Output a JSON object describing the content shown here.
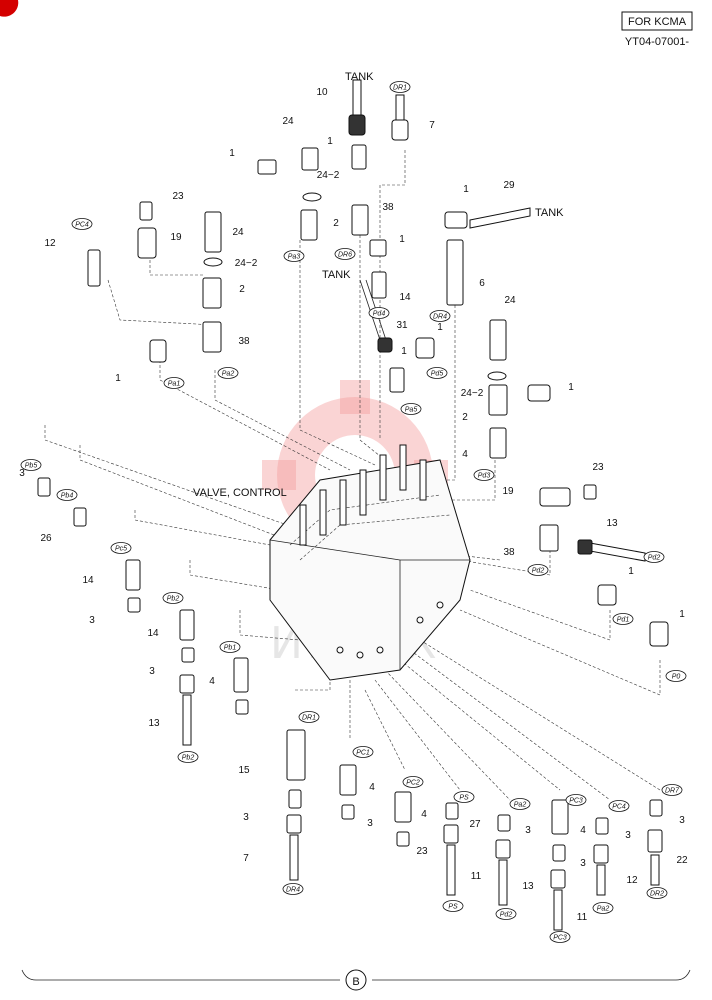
{
  "header": {
    "variant": "FOR KCMA",
    "code": "YT04-07001-"
  },
  "footer": {
    "section": "B"
  },
  "watermark": {
    "text": "ИНТЕХ"
  },
  "labels": {
    "tank_top": "TANK",
    "tank_right": "TANK",
    "tank_mid": "TANK",
    "valve": "VALVE, CONTROL"
  },
  "callouts": [
    {
      "id": "c1",
      "text": "10"
    },
    {
      "id": "c2",
      "text": "7"
    },
    {
      "id": "c3",
      "text": "24"
    },
    {
      "id": "c4",
      "text": "1"
    },
    {
      "id": "c5",
      "text": "1"
    },
    {
      "id": "c6",
      "text": "24−2"
    },
    {
      "id": "c7",
      "text": "29"
    },
    {
      "id": "c8",
      "text": "1"
    },
    {
      "id": "c9",
      "text": "23"
    },
    {
      "id": "c10",
      "text": "38"
    },
    {
      "id": "c11",
      "text": "2"
    },
    {
      "id": "c12",
      "text": "1"
    },
    {
      "id": "c13",
      "text": "19"
    },
    {
      "id": "c14",
      "text": "24"
    },
    {
      "id": "c15",
      "text": "12"
    },
    {
      "id": "c16",
      "text": "24−2"
    },
    {
      "id": "c17",
      "text": "6"
    },
    {
      "id": "c18",
      "text": "14"
    },
    {
      "id": "c19",
      "text": "2"
    },
    {
      "id": "c20",
      "text": "31"
    },
    {
      "id": "c21",
      "text": "38"
    },
    {
      "id": "c22",
      "text": "1"
    },
    {
      "id": "c23",
      "text": "24"
    },
    {
      "id": "c24",
      "text": "1"
    },
    {
      "id": "c25",
      "text": "1"
    },
    {
      "id": "c26",
      "text": "24−2"
    },
    {
      "id": "c27",
      "text": "1"
    },
    {
      "id": "c28",
      "text": "2"
    },
    {
      "id": "c29",
      "text": "4"
    },
    {
      "id": "c30",
      "text": "3"
    },
    {
      "id": "c31",
      "text": "23"
    },
    {
      "id": "c32",
      "text": "19"
    },
    {
      "id": "c33",
      "text": "26"
    },
    {
      "id": "c34",
      "text": "13"
    },
    {
      "id": "c35",
      "text": "38"
    },
    {
      "id": "c36",
      "text": "14"
    },
    {
      "id": "c37",
      "text": "1"
    },
    {
      "id": "c38",
      "text": "3"
    },
    {
      "id": "c39",
      "text": "14"
    },
    {
      "id": "c40",
      "text": "1"
    },
    {
      "id": "c41",
      "text": "3"
    },
    {
      "id": "c42",
      "text": "4"
    },
    {
      "id": "c43",
      "text": "13"
    },
    {
      "id": "c44",
      "text": "15"
    },
    {
      "id": "c45",
      "text": "4"
    },
    {
      "id": "c46",
      "text": "3"
    },
    {
      "id": "c47",
      "text": "3"
    },
    {
      "id": "c48",
      "text": "4"
    },
    {
      "id": "c49",
      "text": "27"
    },
    {
      "id": "c50",
      "text": "3"
    },
    {
      "id": "c51",
      "text": "4"
    },
    {
      "id": "c52",
      "text": "3"
    },
    {
      "id": "c53",
      "text": "3"
    },
    {
      "id": "c54",
      "text": "7"
    },
    {
      "id": "c55",
      "text": "23"
    },
    {
      "id": "c56",
      "text": "11"
    },
    {
      "id": "c57",
      "text": "13"
    },
    {
      "id": "c58",
      "text": "3"
    },
    {
      "id": "c59",
      "text": "12"
    },
    {
      "id": "c60",
      "text": "22"
    },
    {
      "id": "c61",
      "text": "11"
    }
  ],
  "ports": [
    {
      "id": "p1",
      "text": "DR1"
    },
    {
      "id": "p2",
      "text": "PC4"
    },
    {
      "id": "p3",
      "text": "Pa3"
    },
    {
      "id": "p4",
      "text": "DR6"
    },
    {
      "id": "p5",
      "text": "DR4"
    },
    {
      "id": "p6",
      "text": "Pd4"
    },
    {
      "id": "p7",
      "text": "Pd5"
    },
    {
      "id": "p8",
      "text": "Pa1"
    },
    {
      "id": "p9",
      "text": "Pa2"
    },
    {
      "id": "p10",
      "text": "Pa5"
    },
    {
      "id": "p11",
      "text": "Pb5"
    },
    {
      "id": "p12",
      "text": "Pb4"
    },
    {
      "id": "p13",
      "text": "Pd3"
    },
    {
      "id": "p14",
      "text": "Pc5"
    },
    {
      "id": "p15",
      "text": "Pd2"
    },
    {
      "id": "p16",
      "text": "Pd2"
    },
    {
      "id": "p17",
      "text": "Pb2"
    },
    {
      "id": "p18",
      "text": "Pd1"
    },
    {
      "id": "p19",
      "text": "Pb1"
    },
    {
      "id": "p20",
      "text": "P0"
    },
    {
      "id": "p21",
      "text": "Pb2"
    },
    {
      "id": "p22",
      "text": "DR1"
    },
    {
      "id": "p23",
      "text": "PC1"
    },
    {
      "id": "p24",
      "text": "DR7"
    },
    {
      "id": "p25",
      "text": "PC2"
    },
    {
      "id": "p26",
      "text": "PS"
    },
    {
      "id": "p27",
      "text": "Pa2"
    },
    {
      "id": "p28",
      "text": "PC3"
    },
    {
      "id": "p29",
      "text": "PC4"
    },
    {
      "id": "p30",
      "text": "DR4"
    },
    {
      "id": "p31",
      "text": "PS"
    },
    {
      "id": "p32",
      "text": "Pd2"
    },
    {
      "id": "p33",
      "text": "Pa2"
    },
    {
      "id": "p34",
      "text": "DR2"
    },
    {
      "id": "p35",
      "text": "PC3"
    }
  ]
}
